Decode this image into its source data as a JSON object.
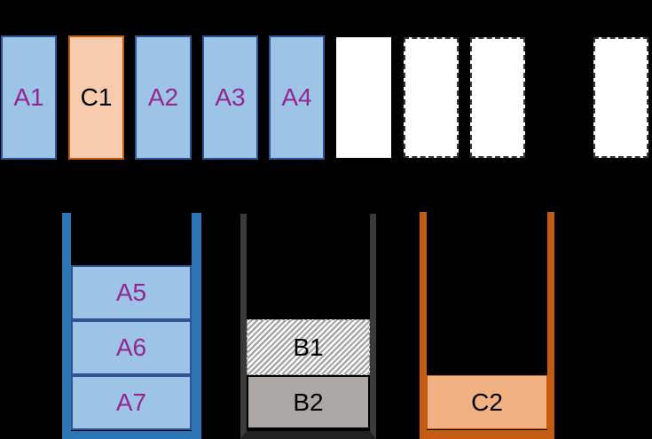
{
  "diagram": {
    "description": "Allocation diagram: a top row of item slots and three bins holding stacked items",
    "background_color": "#000000"
  },
  "top_row": {
    "slots": [
      {
        "label": "A1",
        "kind": "blue-filled"
      },
      {
        "label": "C1",
        "kind": "orange-filled"
      },
      {
        "label": "A2",
        "kind": "blue-filled"
      },
      {
        "label": "A3",
        "kind": "blue-filled"
      },
      {
        "label": "A4",
        "kind": "blue-filled"
      },
      {
        "label": "",
        "kind": "empty-solid-white"
      },
      {
        "label": "",
        "kind": "empty-dashed-white"
      },
      {
        "label": "",
        "kind": "empty-dashed-white"
      },
      {
        "label": "",
        "kind": "empty-dashed-white"
      }
    ]
  },
  "bins": [
    {
      "id": "bin-blue",
      "wall_color": "#2E75B6",
      "items": [
        {
          "label": "A5",
          "style": "blue-filled"
        },
        {
          "label": "A6",
          "style": "blue-filled"
        },
        {
          "label": "A7",
          "style": "blue-filled"
        }
      ]
    },
    {
      "id": "bin-gray",
      "wall_color": "#3A3A3A",
      "items": [
        {
          "label": "B1",
          "style": "hatched"
        },
        {
          "label": "B2",
          "style": "solid-gray"
        }
      ]
    },
    {
      "id": "bin-orange",
      "wall_color": "#C55A11",
      "items": [
        {
          "label": "C2",
          "style": "solid-peach"
        }
      ]
    }
  ],
  "colors": {
    "blue_fill": "#9DC3E6",
    "blue_border": "#2F5496",
    "blue_wall": "#2E75B6",
    "orange_fill_light": "#F7CBAE",
    "orange_fill_medium": "#F2B183",
    "orange_border": "#C55A11",
    "gray_fill": "#ABA8A6",
    "gray_wall": "#3A3A3A",
    "hatch_stripe": "#A6A6A6",
    "label_purple": "#92278F",
    "label_black": "#000000",
    "empty_fill": "#FFFFFF"
  }
}
